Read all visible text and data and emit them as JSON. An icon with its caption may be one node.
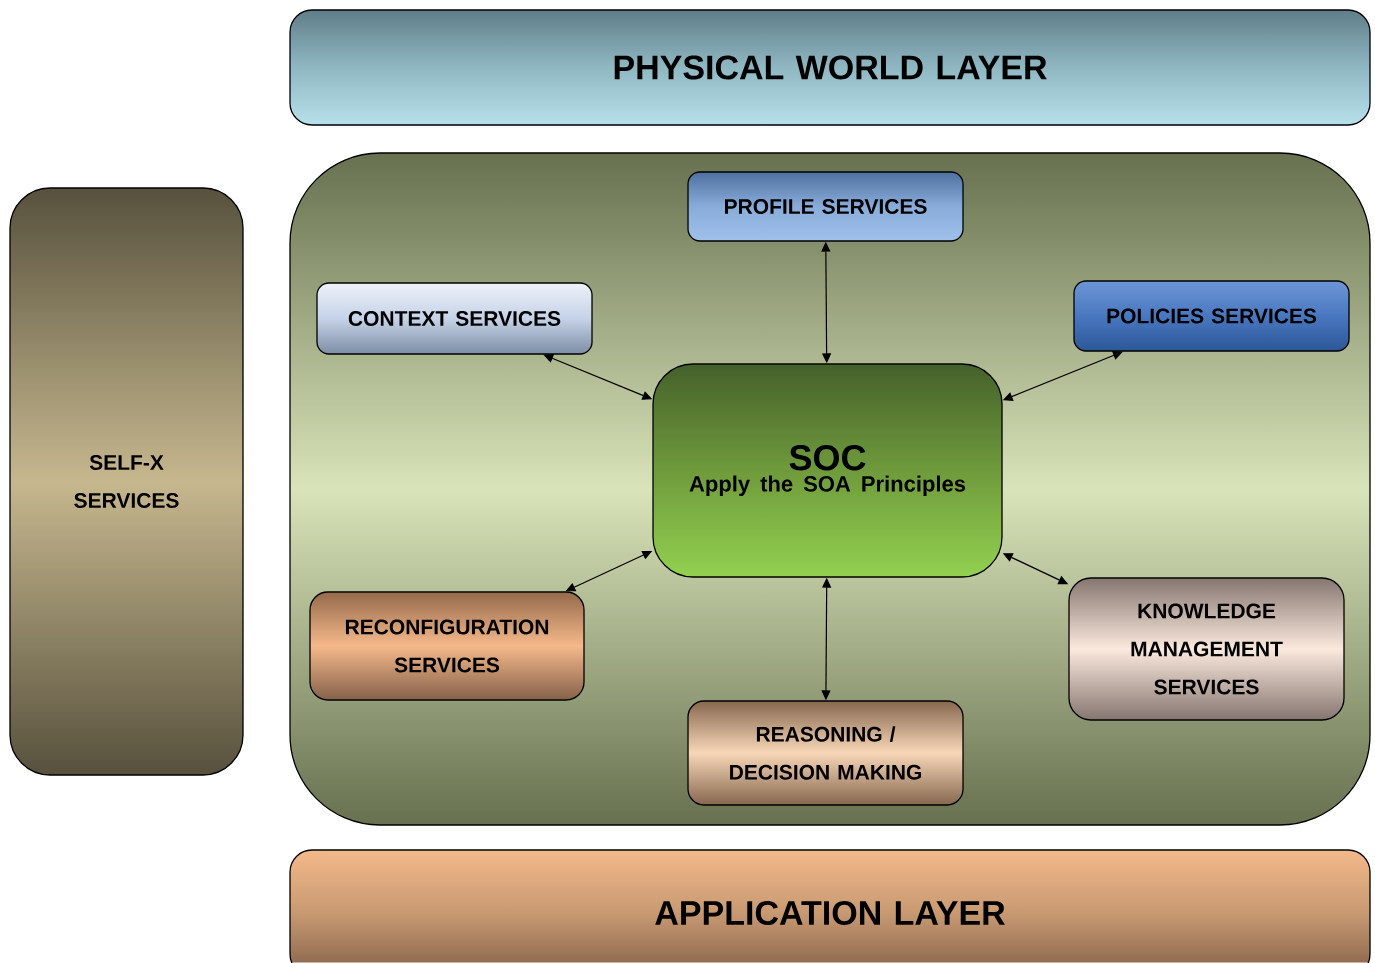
{
  "diagram": {
    "nodes": [
      {
        "text": [
          "PHYSICAL WORLD LAYER"
        ]
      },
      {
        "text": [
          "SELF-X SERVICES"
        ]
      },
      {
        "text": [],
        "shape": "box"
      },
      {
        "text": [
          "PROFILE SERVICES"
        ],
        "in": 2
      },
      {
        "text": [
          "CONTEXT SERVICES"
        ],
        "in": 2
      },
      {
        "text": [
          "POLICIES SERVICES"
        ],
        "in": 2
      },
      {
        "text": [
          "SOC",
          "Apply the SOA Principles"
        ],
        "in": 2
      },
      {
        "text": [
          "RECONFIGURATION SERVICES"
        ],
        "in": 2
      },
      {
        "text": [
          "KNOWLEDGE MANAGEMENT SERVICES"
        ],
        "in": 2
      },
      {
        "text": [
          "REASONING / DECISION MAKING"
        ],
        "in": 2
      },
      {
        "text": [
          "APPLICATION LAYER"
        ]
      }
    ],
    "edges": [
      {
        "from": 6,
        "to": 3,
        "arrow": "both"
      },
      {
        "from": 6,
        "to": 4,
        "arrow": "both"
      },
      {
        "from": 6,
        "to": 5,
        "arrow": "both"
      },
      {
        "from": 6,
        "to": 7,
        "arrow": "both"
      },
      {
        "from": 6,
        "to": 8,
        "arrow": "both"
      },
      {
        "from": 6,
        "to": 9,
        "arrow": "both"
      }
    ]
  }
}
